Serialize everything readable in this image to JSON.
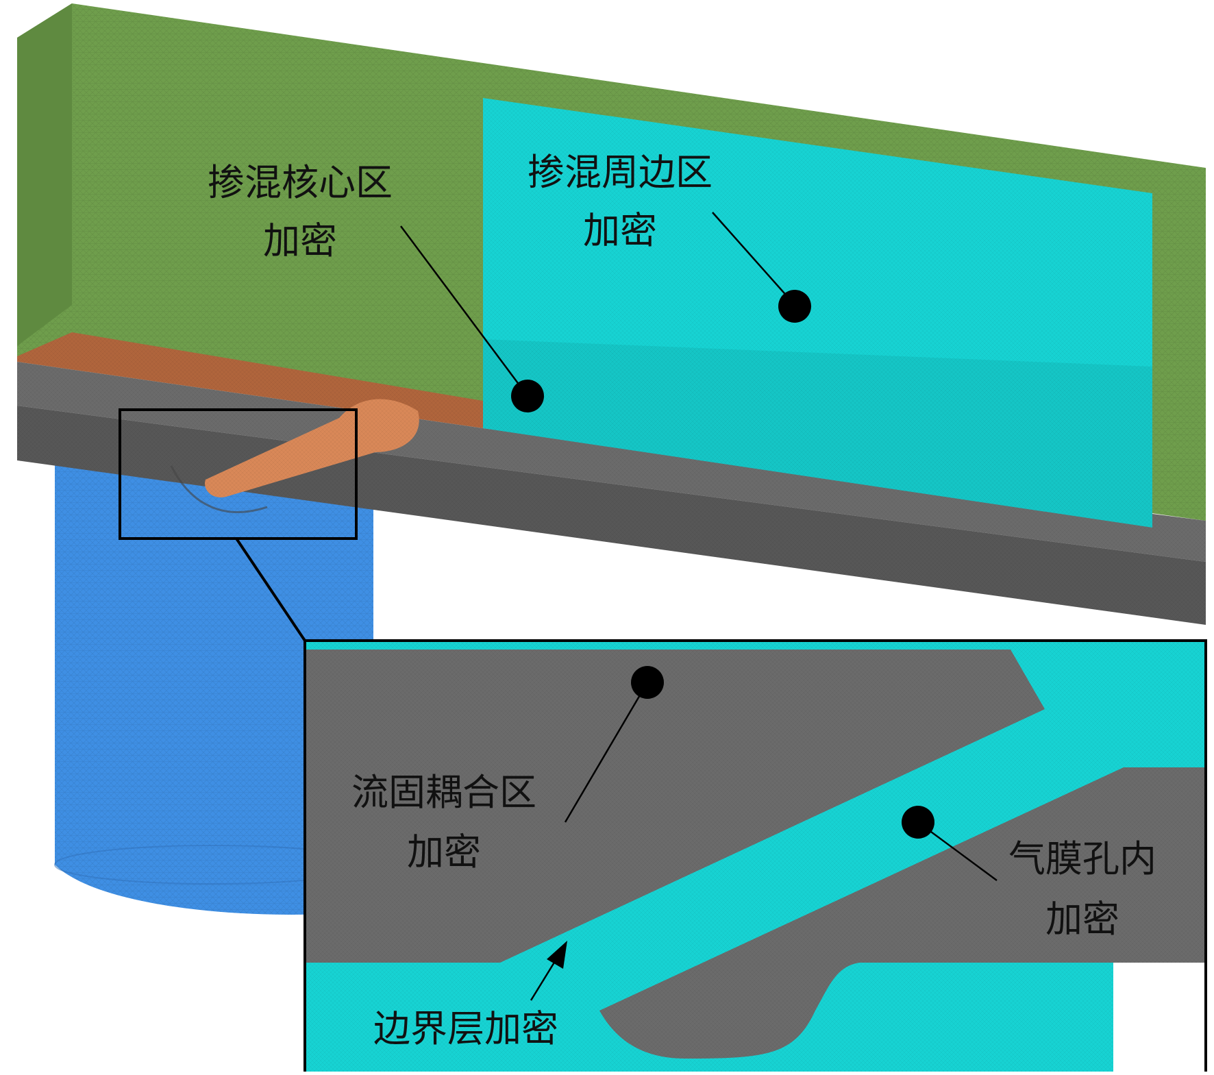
{
  "labels": {
    "mixing_core_line1": "掺混核心区",
    "mixing_core_line2": "加密",
    "mixing_periphery_line1": "掺混周边区",
    "mixing_periphery_line2": "加密",
    "fsi_line1": "流固耦合区",
    "fsi_line2": "加密",
    "film_hole_line1": "气膜孔内",
    "film_hole_line2": "加密",
    "boundary_layer": "边界层加密"
  },
  "colors": {
    "outer_domain": "#6f9e4c",
    "outer_domain_side": "#5f8a40",
    "periphery_region": "#17d3d3",
    "core_region": "#b0653c",
    "solid_plate": "#6b6b6b",
    "solid_plate_side": "#575757",
    "plenum": "#3f8fe4",
    "film_hole_jet": "#d98858",
    "marker": "#000000"
  }
}
